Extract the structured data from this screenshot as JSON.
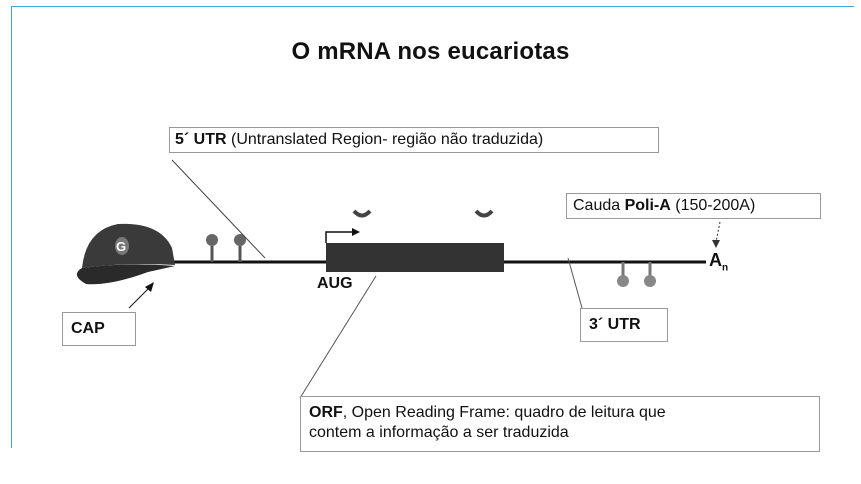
{
  "title": "O mRNA nos eucariotas",
  "labels": {
    "utr5_bold": "5´ UTR",
    "utr5_rest": " (Untranslated Region- região não traduzida)",
    "polya_pre": "Cauda ",
    "polya_bold": "Poli-A",
    "polya_rest": " (150-200A)",
    "cap": "CAP",
    "aug": "AUG",
    "utr3": "3´ UTR",
    "orf_bold": "ORF",
    "orf_rest": ", Open Reading Frame: quadro de leitura que",
    "orf_line2": "contem a informação a ser traduzida",
    "an_main": "A",
    "an_sub": "n",
    "cap_letter": "G"
  },
  "colors": {
    "line": "#111111",
    "orf_block": "#333333",
    "cap_dark": "#3a3a3a",
    "frame": "#3fa8d9"
  }
}
